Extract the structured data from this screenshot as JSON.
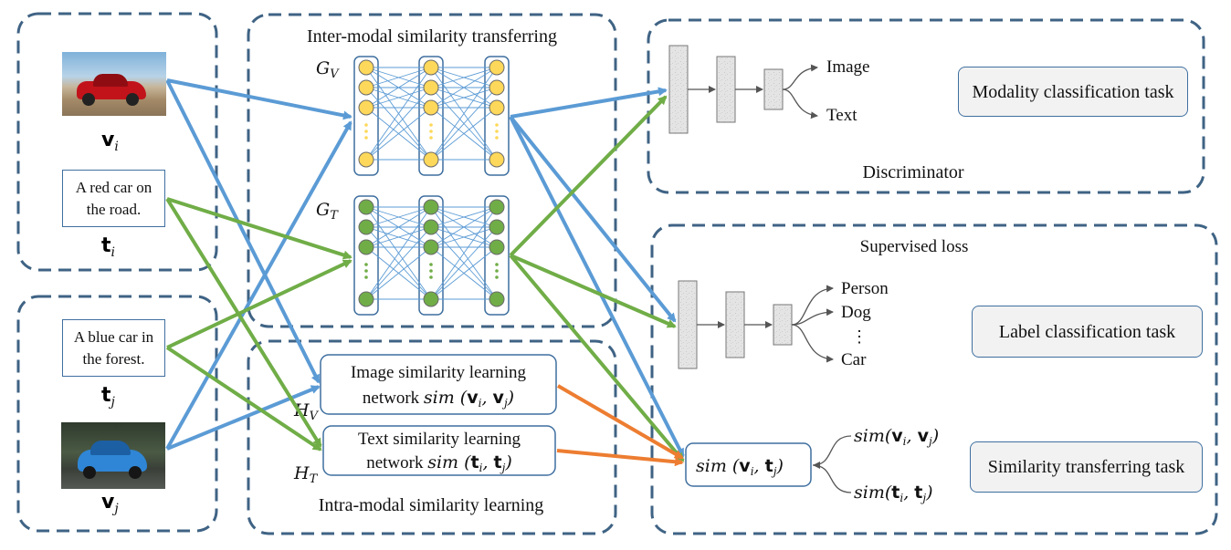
{
  "regions": {
    "inter_modal_title": "Inter-modal similarity transferring",
    "intra_modal_title": "Intra-modal similarity learning",
    "discriminator_title": "Discriminator",
    "supervised_loss_title": "Supervised loss"
  },
  "left_inputs": {
    "image_v_i_label": "v",
    "image_v_i_sub": "i",
    "caption_t_i": "A red car on the road.",
    "text_t_i_label": "t",
    "text_t_i_sub": "i",
    "caption_t_j": "A blue car in the forest.",
    "text_t_j_label": "t",
    "text_t_j_sub": "j",
    "image_v_j_label": "v",
    "image_v_j_sub": "j"
  },
  "generators": {
    "g_v": "G",
    "g_v_sub": "V",
    "g_t": "G",
    "g_t_sub": "T"
  },
  "intra_modules": {
    "image_line1": "Image similarity learning",
    "image_line2_prefix": "network",
    "image_func": "sim",
    "image_args": "(v, v)",
    "text_line1": "Text similarity learning",
    "text_line2_prefix": "network",
    "text_func": "sim",
    "text_args": "(t, t)",
    "h_v": "H",
    "h_v_sub": "V",
    "h_t": "H",
    "h_t_sub": "T"
  },
  "discriminator": {
    "output_image": "Image",
    "output_text": "Text",
    "task": "Modality classification task"
  },
  "label_classifier": {
    "outputs": [
      "Person",
      "Dog",
      "⋮",
      "Car"
    ],
    "task": "Label classification task"
  },
  "similarity_transfer": {
    "center_func": "sim",
    "center_args": "(v, t)",
    "target_image": "sim(v, v)",
    "target_text": "sim(t, t)",
    "task": "Similarity transferring task"
  },
  "colors": {
    "blue_arrow": "#5b9bd5",
    "green_arrow": "#70ad47",
    "orange_arrow": "#ed7d31",
    "dashed_border": "#3f6384",
    "yellow_node": "#fdd85a",
    "green_node": "#70ad47",
    "box_border": "#3f6f9f",
    "task_fill": "#f2f2f2"
  }
}
